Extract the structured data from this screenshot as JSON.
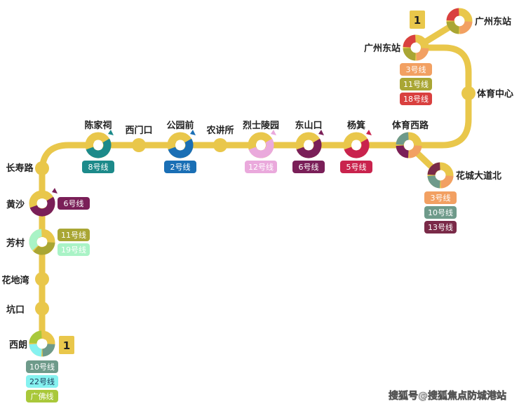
{
  "line": {
    "name": "1",
    "color": "#e9c74b"
  },
  "colors": {
    "l2": "#1a6fb5",
    "l3": "#f2a062",
    "l5": "#c9234d",
    "l6": "#7a1f58",
    "l8": "#1c8a8a",
    "l10": "#6e9a8a",
    "l11": "#a9a634",
    "l12": "#eaa9dc",
    "l13": "#7a2a48",
    "l18": "#d9403f",
    "l19": "#a9f3c6",
    "l22": "#86f2f0",
    "gf": "#a9c83a"
  },
  "stations": [
    {
      "name": "西朗",
      "transfers": [
        {
          "label": "10号线",
          "c": "l10"
        },
        {
          "label": "22号线",
          "c": "l22"
        },
        {
          "label": "广佛线",
          "c": "gf"
        }
      ]
    },
    {
      "name": "坑口",
      "transfers": []
    },
    {
      "name": "花地湾",
      "transfers": []
    },
    {
      "name": "芳村",
      "transfers": [
        {
          "label": "11号线",
          "c": "l11"
        },
        {
          "label": "19号线",
          "c": "l19"
        }
      ]
    },
    {
      "name": "黄沙",
      "transfers": [
        {
          "label": "6号线",
          "c": "l6"
        }
      ]
    },
    {
      "name": "长寿路",
      "transfers": []
    },
    {
      "name": "陈家祠",
      "transfers": [
        {
          "label": "8号线",
          "c": "l8"
        }
      ]
    },
    {
      "name": "西门口",
      "transfers": []
    },
    {
      "name": "公园前",
      "transfers": [
        {
          "label": "2号线",
          "c": "l2"
        }
      ]
    },
    {
      "name": "农讲所",
      "transfers": []
    },
    {
      "name": "烈士陵园",
      "transfers": [
        {
          "label": "12号线",
          "c": "l12"
        }
      ]
    },
    {
      "name": "东山口",
      "transfers": [
        {
          "label": "6号线",
          "c": "l6"
        }
      ]
    },
    {
      "name": "杨箕",
      "transfers": [
        {
          "label": "5号线",
          "c": "l5"
        }
      ]
    },
    {
      "name": "体育西路",
      "transfers": [],
      "ring": [
        "l3",
        "l6",
        "l10"
      ]
    },
    {
      "name": "花城大道北",
      "transfers": [
        {
          "label": "3号线",
          "c": "l3"
        },
        {
          "label": "10号线",
          "c": "l10"
        },
        {
          "label": "13号线",
          "c": "l13"
        }
      ]
    },
    {
      "name": "体育中心",
      "transfers": []
    },
    {
      "name": "广州东站",
      "transfers": [
        {
          "label": "3号线",
          "c": "l3"
        },
        {
          "label": "11号线",
          "c": "l11"
        },
        {
          "label": "18号线",
          "c": "l18"
        }
      ]
    },
    {
      "name": "广州东站",
      "transfers": [],
      "ring": [
        "l3",
        "l11",
        "l18"
      ]
    }
  ],
  "watermark": "搜狐号@搜狐焦点防城港站"
}
